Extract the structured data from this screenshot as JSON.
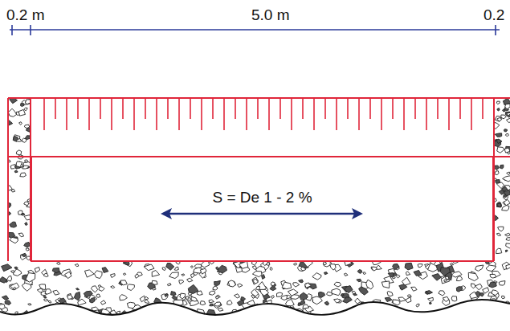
{
  "diagram": {
    "nodes": [
      {
        "text": [
          "S = De 1 - 2 %"
        ]
      }
    ],
    "labels": [
      "0.2 m",
      "5.0 m",
      "0.2"
    ]
  }
}
